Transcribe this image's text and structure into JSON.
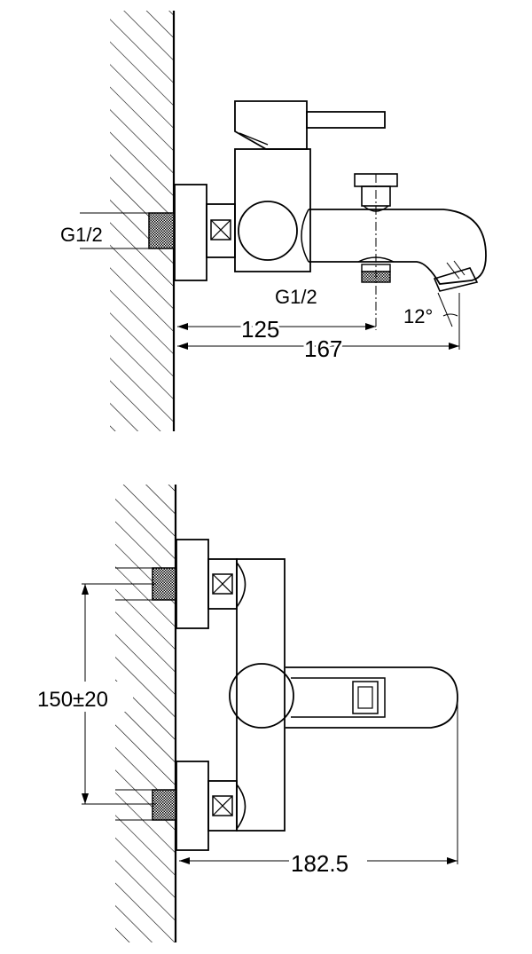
{
  "top_view": {
    "labels": {
      "inlet_thread": "G1/2",
      "shower_thread": "G1/2",
      "spout_angle": "12°",
      "dim_to_shower_outlet": "125",
      "dim_to_spout_tip": "167"
    }
  },
  "bottom_view": {
    "labels": {
      "inlet_spacing": "150±20",
      "overall_depth": "182.5"
    }
  },
  "colors": {
    "line": "#000000",
    "background": "#ffffff"
  }
}
